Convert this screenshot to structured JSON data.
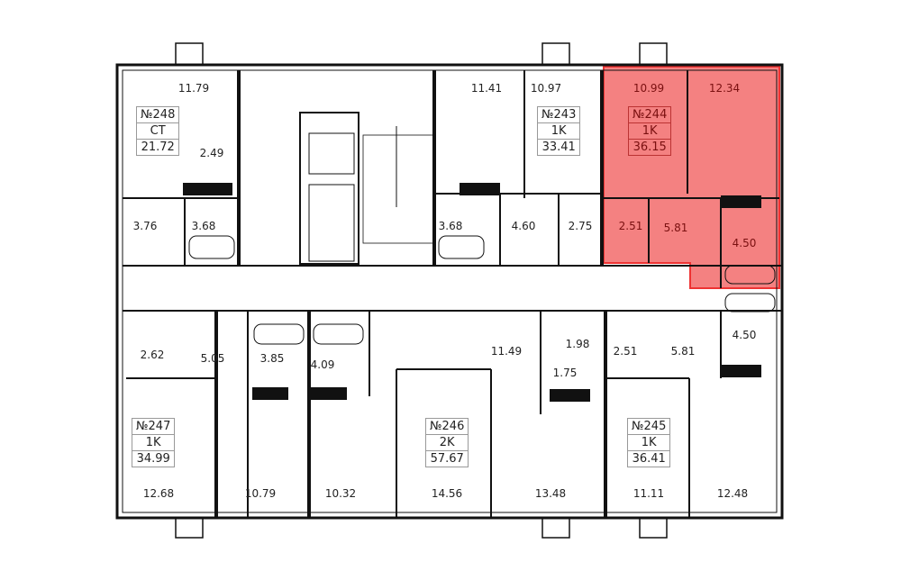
{
  "highlight_color": "#f26b6b",
  "apartments": [
    {
      "number": "№248",
      "type": "CT",
      "area": "21.72",
      "rooms": [
        "11.79",
        "2.49",
        "3.76",
        "3.68"
      ]
    },
    {
      "number": "№243",
      "type": "1K",
      "area": "33.41",
      "rooms": [
        "11.41",
        "10.97",
        "3.68",
        "4.60",
        "2.75"
      ]
    },
    {
      "number": "№244",
      "type": "1K",
      "area": "36.15",
      "rooms": [
        "10.99",
        "12.34",
        "2.51",
        "5.81",
        "4.50"
      ],
      "highlighted": true
    },
    {
      "number": "№247",
      "type": "1K",
      "area": "34.99",
      "rooms": [
        "12.68",
        "10.79",
        "2.62",
        "5.05",
        "3.85"
      ]
    },
    {
      "number": "№246",
      "type": "2K",
      "area": "57.67",
      "rooms": [
        "10.32",
        "14.56",
        "13.48",
        "4.09",
        "11.49",
        "1.98",
        "1.75"
      ]
    },
    {
      "number": "№245",
      "type": "1K",
      "area": "36.41",
      "rooms": [
        "11.11",
        "12.48",
        "2.51",
        "5.81",
        "4.50"
      ]
    }
  ]
}
